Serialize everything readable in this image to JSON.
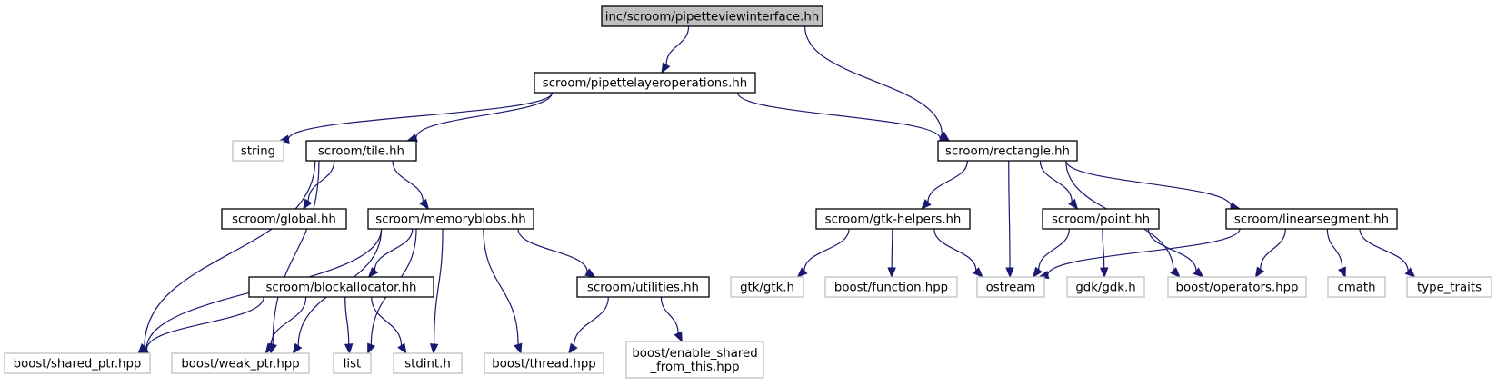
{
  "graph": {
    "type": "include-dependency-graph",
    "root": "pipetteviewinterface",
    "nodes": [
      {
        "id": "pipetteviewinterface",
        "label": "inc/scroom/pipetteviewinterface.hh",
        "kind": "root"
      },
      {
        "id": "pipettelayeroperations",
        "label": "scroom/pipettelayeroperations.hh",
        "kind": "documented"
      },
      {
        "id": "string",
        "label": "string",
        "kind": "external"
      },
      {
        "id": "tile",
        "label": "scroom/tile.hh",
        "kind": "documented"
      },
      {
        "id": "rectangle",
        "label": "scroom/rectangle.hh",
        "kind": "documented"
      },
      {
        "id": "global",
        "label": "scroom/global.hh",
        "kind": "documented"
      },
      {
        "id": "memoryblobs",
        "label": "scroom/memoryblobs.hh",
        "kind": "documented"
      },
      {
        "id": "gtkhelpers",
        "label": "scroom/gtk-helpers.hh",
        "kind": "documented"
      },
      {
        "id": "point",
        "label": "scroom/point.hh",
        "kind": "documented"
      },
      {
        "id": "linearsegment",
        "label": "scroom/linearsegment.hh",
        "kind": "documented"
      },
      {
        "id": "blockallocator",
        "label": "scroom/blockallocator.hh",
        "kind": "documented"
      },
      {
        "id": "utilities",
        "label": "scroom/utilities.hh",
        "kind": "documented"
      },
      {
        "id": "gtkgtk",
        "label": "gtk/gtk.h",
        "kind": "external"
      },
      {
        "id": "boostfunction",
        "label": "boost/function.hpp",
        "kind": "external"
      },
      {
        "id": "ostream",
        "label": "ostream",
        "kind": "external"
      },
      {
        "id": "gdkgdk",
        "label": "gdk/gdk.h",
        "kind": "external"
      },
      {
        "id": "boostoperators",
        "label": "boost/operators.hpp",
        "kind": "external"
      },
      {
        "id": "cmath",
        "label": "cmath",
        "kind": "external"
      },
      {
        "id": "typetraits",
        "label": "type_traits",
        "kind": "external"
      },
      {
        "id": "sharedptr",
        "label": "boost/shared_ptr.hpp",
        "kind": "external"
      },
      {
        "id": "weakptr",
        "label": "boost/weak_ptr.hpp",
        "kind": "external"
      },
      {
        "id": "list",
        "label": "list",
        "kind": "external"
      },
      {
        "id": "stdint",
        "label": "stdint.h",
        "kind": "external"
      },
      {
        "id": "boostthread",
        "label": "boost/thread.hpp",
        "kind": "external"
      },
      {
        "id": "enableshared",
        "label": "boost/enable_shared\n_from_this.hpp",
        "kind": "external"
      }
    ],
    "edges": [
      [
        "pipetteviewinterface",
        "pipettelayeroperations"
      ],
      [
        "pipetteviewinterface",
        "rectangle"
      ],
      [
        "pipettelayeroperations",
        "string"
      ],
      [
        "pipettelayeroperations",
        "tile"
      ],
      [
        "pipettelayeroperations",
        "rectangle"
      ],
      [
        "tile",
        "global"
      ],
      [
        "tile",
        "memoryblobs"
      ],
      [
        "tile",
        "sharedptr"
      ],
      [
        "tile",
        "weakptr"
      ],
      [
        "memoryblobs",
        "blockallocator"
      ],
      [
        "memoryblobs",
        "utilities"
      ],
      [
        "memoryblobs",
        "sharedptr"
      ],
      [
        "memoryblobs",
        "weakptr"
      ],
      [
        "memoryblobs",
        "list"
      ],
      [
        "memoryblobs",
        "stdint"
      ],
      [
        "memoryblobs",
        "boostthread"
      ],
      [
        "blockallocator",
        "sharedptr"
      ],
      [
        "blockallocator",
        "weakptr"
      ],
      [
        "blockallocator",
        "list"
      ],
      [
        "blockallocator",
        "stdint"
      ],
      [
        "utilities",
        "boostthread"
      ],
      [
        "utilities",
        "enableshared"
      ],
      [
        "rectangle",
        "gtkhelpers"
      ],
      [
        "rectangle",
        "ostream"
      ],
      [
        "rectangle",
        "point"
      ],
      [
        "rectangle",
        "boostoperators"
      ],
      [
        "rectangle",
        "linearsegment"
      ],
      [
        "gtkhelpers",
        "gtkgtk"
      ],
      [
        "gtkhelpers",
        "boostfunction"
      ],
      [
        "gtkhelpers",
        "ostream"
      ],
      [
        "point",
        "ostream"
      ],
      [
        "point",
        "gdkgdk"
      ],
      [
        "point",
        "boostoperators"
      ],
      [
        "linearsegment",
        "ostream"
      ],
      [
        "linearsegment",
        "boostoperators"
      ],
      [
        "linearsegment",
        "cmath"
      ],
      [
        "linearsegment",
        "typetraits"
      ]
    ]
  },
  "colors": {
    "edge": "#191970",
    "root_fill": "#bfbfbf",
    "documented_border": "#000000",
    "external_border": "#bfbfbf",
    "background": "#ffffff"
  }
}
